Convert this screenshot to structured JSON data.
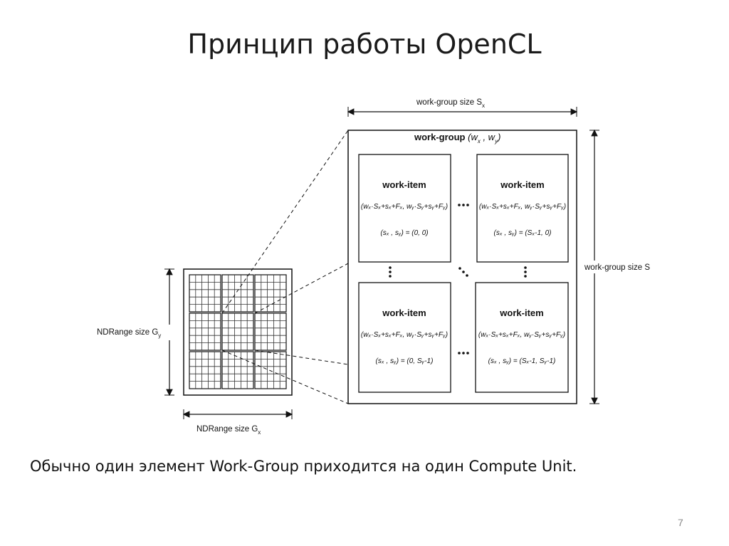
{
  "slide": {
    "title": "Принцип работы OpenCL",
    "caption": "Обычно один элемент Work-Group приходится на один Compute Unit.",
    "page_number": "7"
  },
  "diagram": {
    "labels": {
      "wg_size_x": "work-group size S",
      "wg_size_x_sub": "x",
      "wg_size_y": "work-group size S",
      "ndrange_y": "NDRange size G",
      "ndrange_y_sub": "y",
      "ndrange_x": "NDRange size G",
      "ndrange_x_sub": "x"
    },
    "work_group": {
      "title": "work-group",
      "coords": "(w",
      "coords_sub_x": "x",
      "coords_mid": " , w",
      "coords_sub_y": "y",
      "coords_end": ")"
    },
    "work_items": [
      {
        "title": "work-item",
        "formula": "(wₓ·Sₓ+sₓ+Fₓ, wᵧ·Sᵧ+sᵧ+Fᵧ)",
        "coords": "(sₓ , sᵧ) = (0, 0)"
      },
      {
        "title": "work-item",
        "formula": "(wₓ·Sₓ+sₓ+Fₓ, wᵧ·Sᵧ+sᵧ+Fᵧ)",
        "coords": "(sₓ , sᵧ) = (Sₓ-1, 0)"
      },
      {
        "title": "work-item",
        "formula": "(wₓ·Sₓ+sₓ+Fₓ, wᵧ·Sᵧ+sᵧ+Fᵧ)",
        "coords": "(sₓ , sᵧ) = (0, Sᵧ-1)"
      },
      {
        "title": "work-item",
        "formula": "(wₓ·Sₓ+sₓ+Fₓ, wᵧ·Sᵧ+sᵧ+Fᵧ)",
        "coords": "(sₓ , sᵧ) = (Sₓ-1, Sᵧ-1)"
      }
    ]
  }
}
